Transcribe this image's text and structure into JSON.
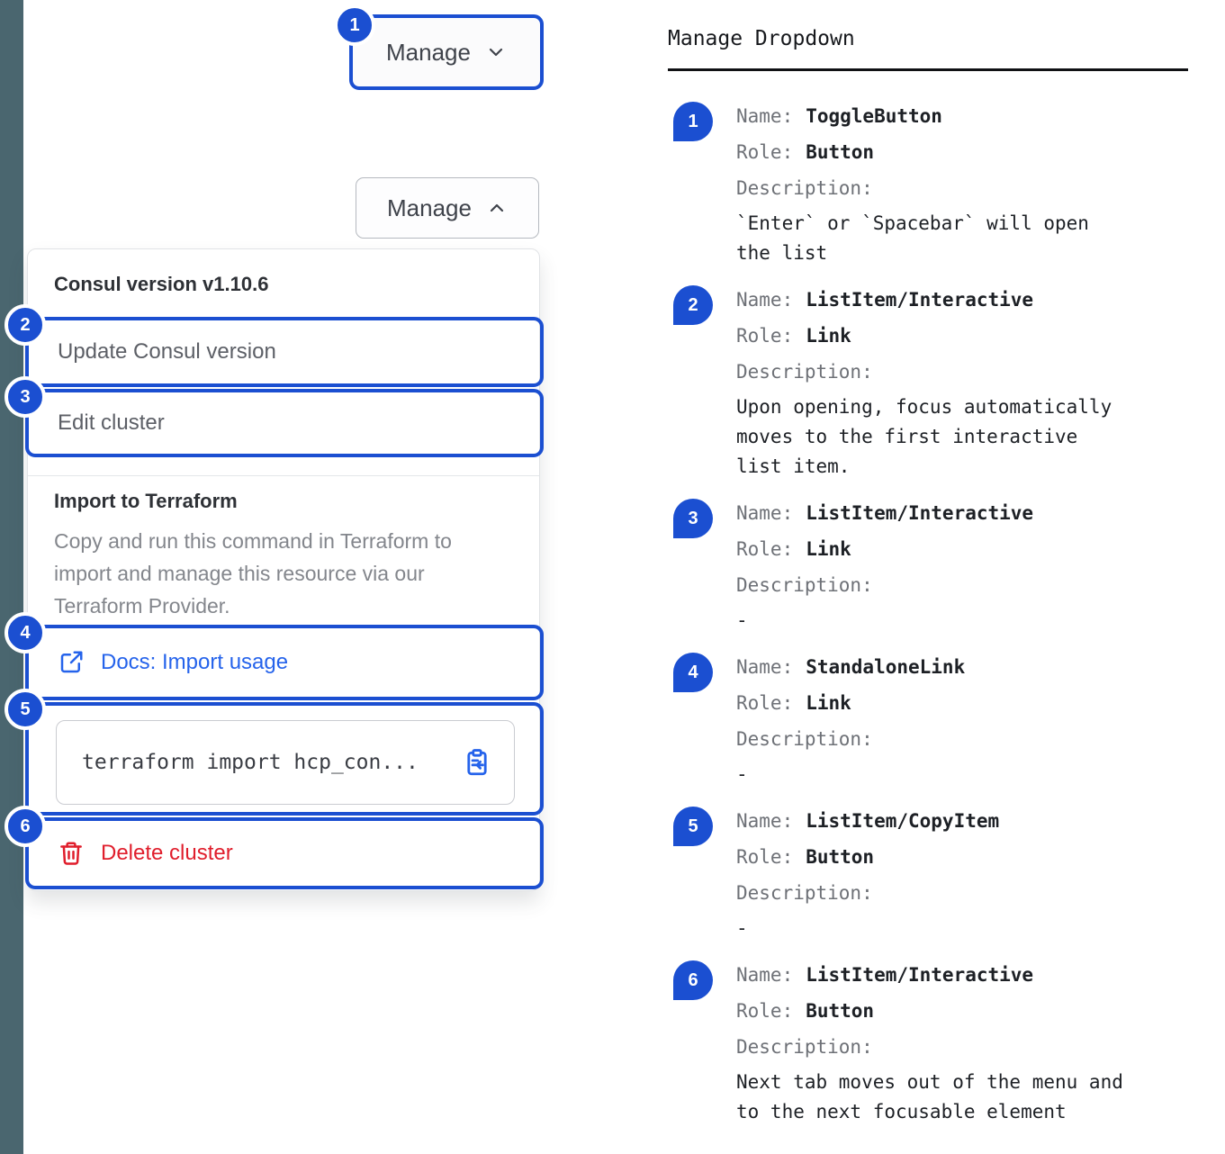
{
  "colors": {
    "annotation_blue": "#1b4fd1",
    "link_blue": "#2563eb",
    "danger_red": "#e01e2c",
    "sidebar_stripe": "#4a666f"
  },
  "annotations": {
    "badges": [
      "1",
      "2",
      "3",
      "4",
      "5",
      "6"
    ]
  },
  "toggle_button": {
    "label": "Manage"
  },
  "dropdown": {
    "version_title": "Consul version v1.10.6",
    "update_label": "Update Consul version",
    "edit_label": "Edit cluster",
    "import_section": {
      "title": "Import to Terraform",
      "description": "Copy and run this command in Terraform to import and manage this resource via our Terraform Provider."
    },
    "docs_link_label": "Docs: Import usage",
    "code_snippet": "terraform import hcp_con...",
    "delete_label": "Delete cluster"
  },
  "spec_panel": {
    "title": "Manage Dropdown",
    "labels": {
      "name": "Name:",
      "role": "Role:",
      "description": "Description:"
    },
    "items": [
      {
        "num": "1",
        "name": "ToggleButton",
        "role": "Button",
        "description": "`Enter` or `Spacebar` will open the list"
      },
      {
        "num": "2",
        "name": "ListItem/Interactive",
        "role": "Link",
        "description": "Upon opening, focus automatically moves to the first interactive list item."
      },
      {
        "num": "3",
        "name": "ListItem/Interactive",
        "role": "Link",
        "description": "-"
      },
      {
        "num": "4",
        "name": "StandaloneLink",
        "role": "Link",
        "description": "-"
      },
      {
        "num": "5",
        "name": "ListItem/CopyItem",
        "role": "Button",
        "description": "-"
      },
      {
        "num": "6",
        "name": "ListItem/Interactive",
        "role": "Button",
        "description": "Next tab moves out of the menu and to the next focusable element"
      }
    ]
  }
}
